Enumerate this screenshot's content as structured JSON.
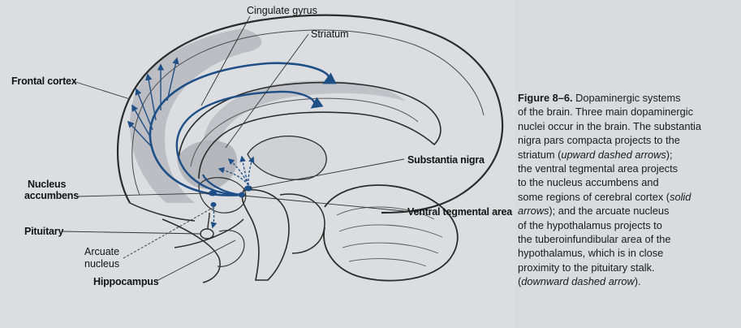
{
  "labels": {
    "cingulate_gyrus": "Cingulate gyrus",
    "striatum": "Striatum",
    "frontal_cortex": "Frontal cortex",
    "substantia_nigra": "Substantia nigra",
    "nucleus_accumbens_line1": "Nucleus",
    "nucleus_accumbens_line2": "accumbens",
    "ventral_tegmental_area": "Ventral tegmental area",
    "pituitary": "Pituitary",
    "arcuate_nucleus_line1": "Arcuate",
    "arcuate_nucleus_line2": "nucleus",
    "hippocampus": "Hippocampus"
  },
  "caption": {
    "figure_number": "Figure 8–6.",
    "line1": "Dopaminergic systems",
    "line2": "of the brain. Three main dopaminergic",
    "line3": "nuclei occur in the brain. The substantia",
    "line4": "nigra pars compacta projects to the",
    "line5a": "striatum (",
    "line5_italic": "upward dashed arrows",
    "line5b": ");",
    "line6": "the ventral tegmental area projects",
    "line7": "to the nucleus accumbens and",
    "line8a": "some regions of cerebral cortex (",
    "line8_italic": "solid",
    "line9_italic": "arrows",
    "line9b": "); and the arcuate nucleus",
    "line10": "of the hypothalamus projects to",
    "line11": "the tuberoinfundibular area of the",
    "line12": "hypothalamus, which is in close",
    "line13": "proximity to the pituitary stalk.",
    "line14a": "(",
    "line14_italic": "downward dashed arrow",
    "line14b": ")."
  },
  "colors": {
    "pathway": "#1e4f86",
    "highlight": "#b6b8be",
    "outline": "#2b2b2b",
    "background": "#d9dbdd"
  }
}
